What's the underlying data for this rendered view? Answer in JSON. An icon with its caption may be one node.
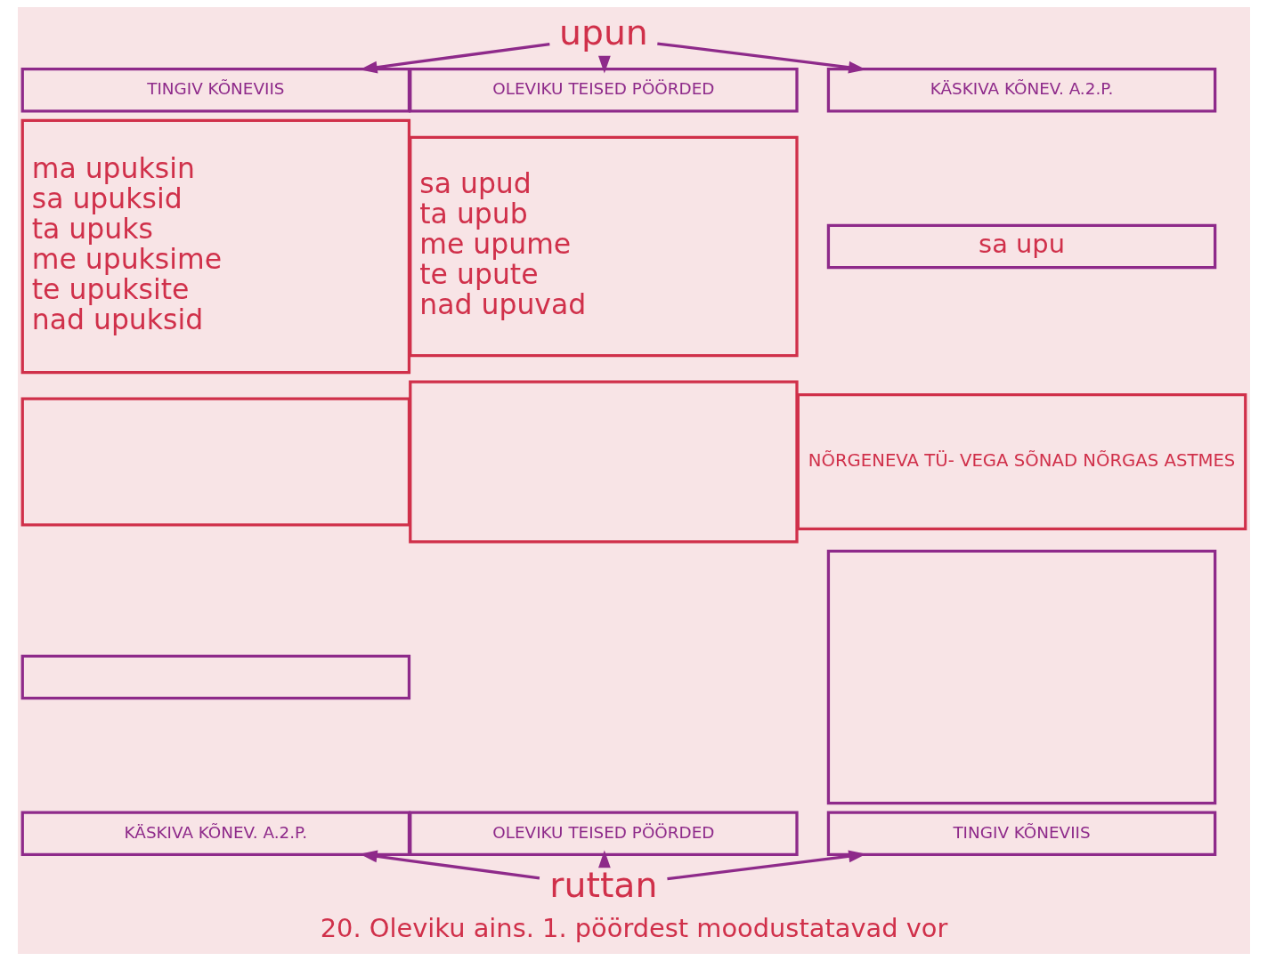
{
  "diagram": {
    "caption": "20. Oleviku ains. 1. pöördest moodustatavad vor",
    "nodes": [
      {
        "text": [
          "upun"
        ]
      },
      {
        "text": [
          "TINGIV KÕNEVIIS"
        ]
      },
      {
        "text": [
          "OLEVIKU TEISED PÖÖRDED"
        ]
      },
      {
        "text": [
          "KÄSKIVA KÕNEV. A.2.P."
        ]
      },
      {
        "text": [
          "ma upuksin",
          "sa upuksid",
          "ta upuks",
          "me upuksime",
          "te upuksite",
          "nad upuksid"
        ]
      },
      {
        "text": [
          "sa upud",
          "ta upub",
          "me upume",
          "te upute",
          "nad upuvad"
        ]
      },
      {
        "text": [
          "sa upu"
        ]
      },
      {
        "text": [
          "NÕRGENEVA TÜ- VEGA SÕNAD NÕRGAS ASTMES"
        ]
      },
      {
        "text": [],
        "shape": "box"
      },
      {
        "text": [],
        "shape": "box"
      },
      {
        "text": [],
        "shape": "box"
      },
      {
        "text": [],
        "shape": "box"
      },
      {
        "text": [
          "KÄSKIVA KÕNEV. A.2.P."
        ]
      },
      {
        "text": [
          "OLEVIKU TEISED PÖÖRDED"
        ]
      },
      {
        "text": [
          "TINGIV KÕNEVIIS"
        ]
      },
      {
        "text": [
          "ruttan"
        ]
      }
    ],
    "edges": [
      {
        "from": 0,
        "to": 1,
        "arrow": "to"
      },
      {
        "from": 0,
        "to": 2,
        "arrow": "to"
      },
      {
        "from": 0,
        "to": 3,
        "arrow": "to"
      },
      {
        "from": 15,
        "to": 12,
        "arrow": "to"
      },
      {
        "from": 15,
        "to": 13,
        "arrow": "to"
      },
      {
        "from": 15,
        "to": 14,
        "arrow": "to"
      }
    ]
  }
}
